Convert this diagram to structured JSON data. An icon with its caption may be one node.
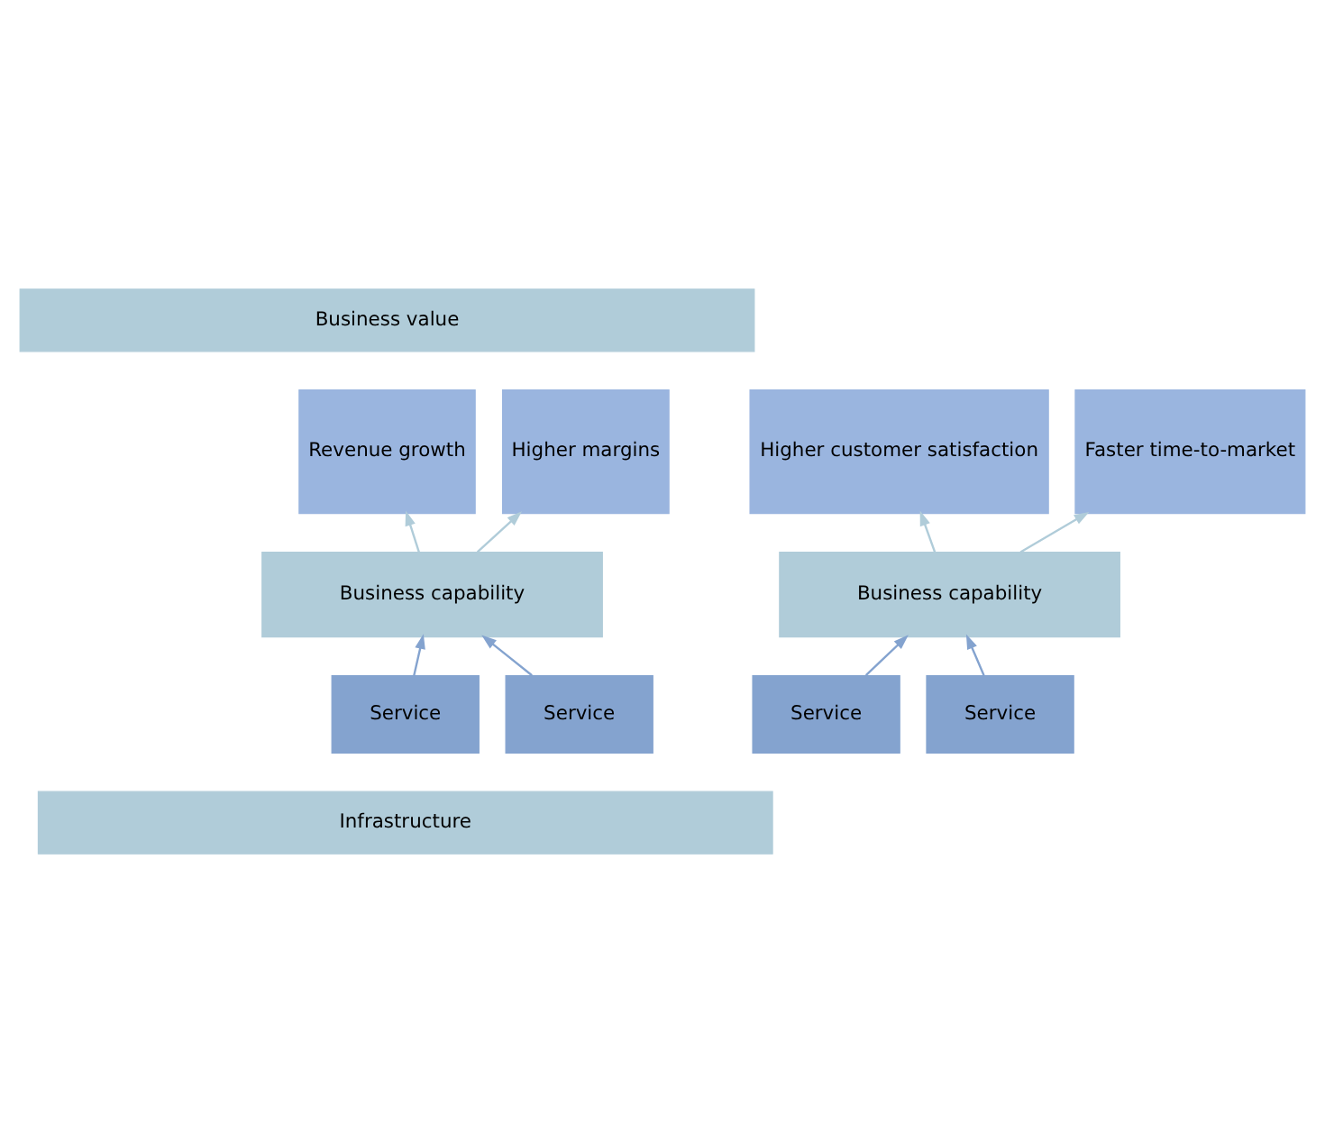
{
  "diagram": {
    "nodes": [
      {
        "text": [
          "Business value"
        ]
      },
      {
        "text": [
          "Revenue growth"
        ]
      },
      {
        "text": [
          "Higher margins"
        ]
      },
      {
        "text": [
          "Higher customer satisfaction"
        ]
      },
      {
        "text": [
          "Faster time-to-market"
        ]
      },
      {
        "text": [
          "Business capability"
        ]
      },
      {
        "text": [
          "Business capability"
        ]
      },
      {
        "text": [
          "Service"
        ]
      },
      {
        "text": [
          "Service"
        ]
      },
      {
        "text": [
          "Service"
        ]
      },
      {
        "text": [
          "Service"
        ]
      },
      {
        "text": [
          "Infrastructure"
        ]
      }
    ],
    "edges": [
      {
        "from": 5,
        "to": 1,
        "arrow": "to",
        "color": "#b0ccd9"
      },
      {
        "from": 5,
        "to": 2,
        "arrow": "to",
        "color": "#b0ccd9"
      },
      {
        "from": 6,
        "to": 3,
        "arrow": "to",
        "color": "#b0ccd9"
      },
      {
        "from": 6,
        "to": 4,
        "arrow": "to",
        "color": "#b0ccd9"
      },
      {
        "from": 7,
        "to": 5,
        "arrow": "to",
        "color": "#84a3cf"
      },
      {
        "from": 8,
        "to": 5,
        "arrow": "to",
        "color": "#84a3cf"
      },
      {
        "from": 9,
        "to": 6,
        "arrow": "to",
        "color": "#84a3cf"
      },
      {
        "from": 10,
        "to": 6,
        "arrow": "to",
        "color": "#84a3cf"
      }
    ]
  }
}
